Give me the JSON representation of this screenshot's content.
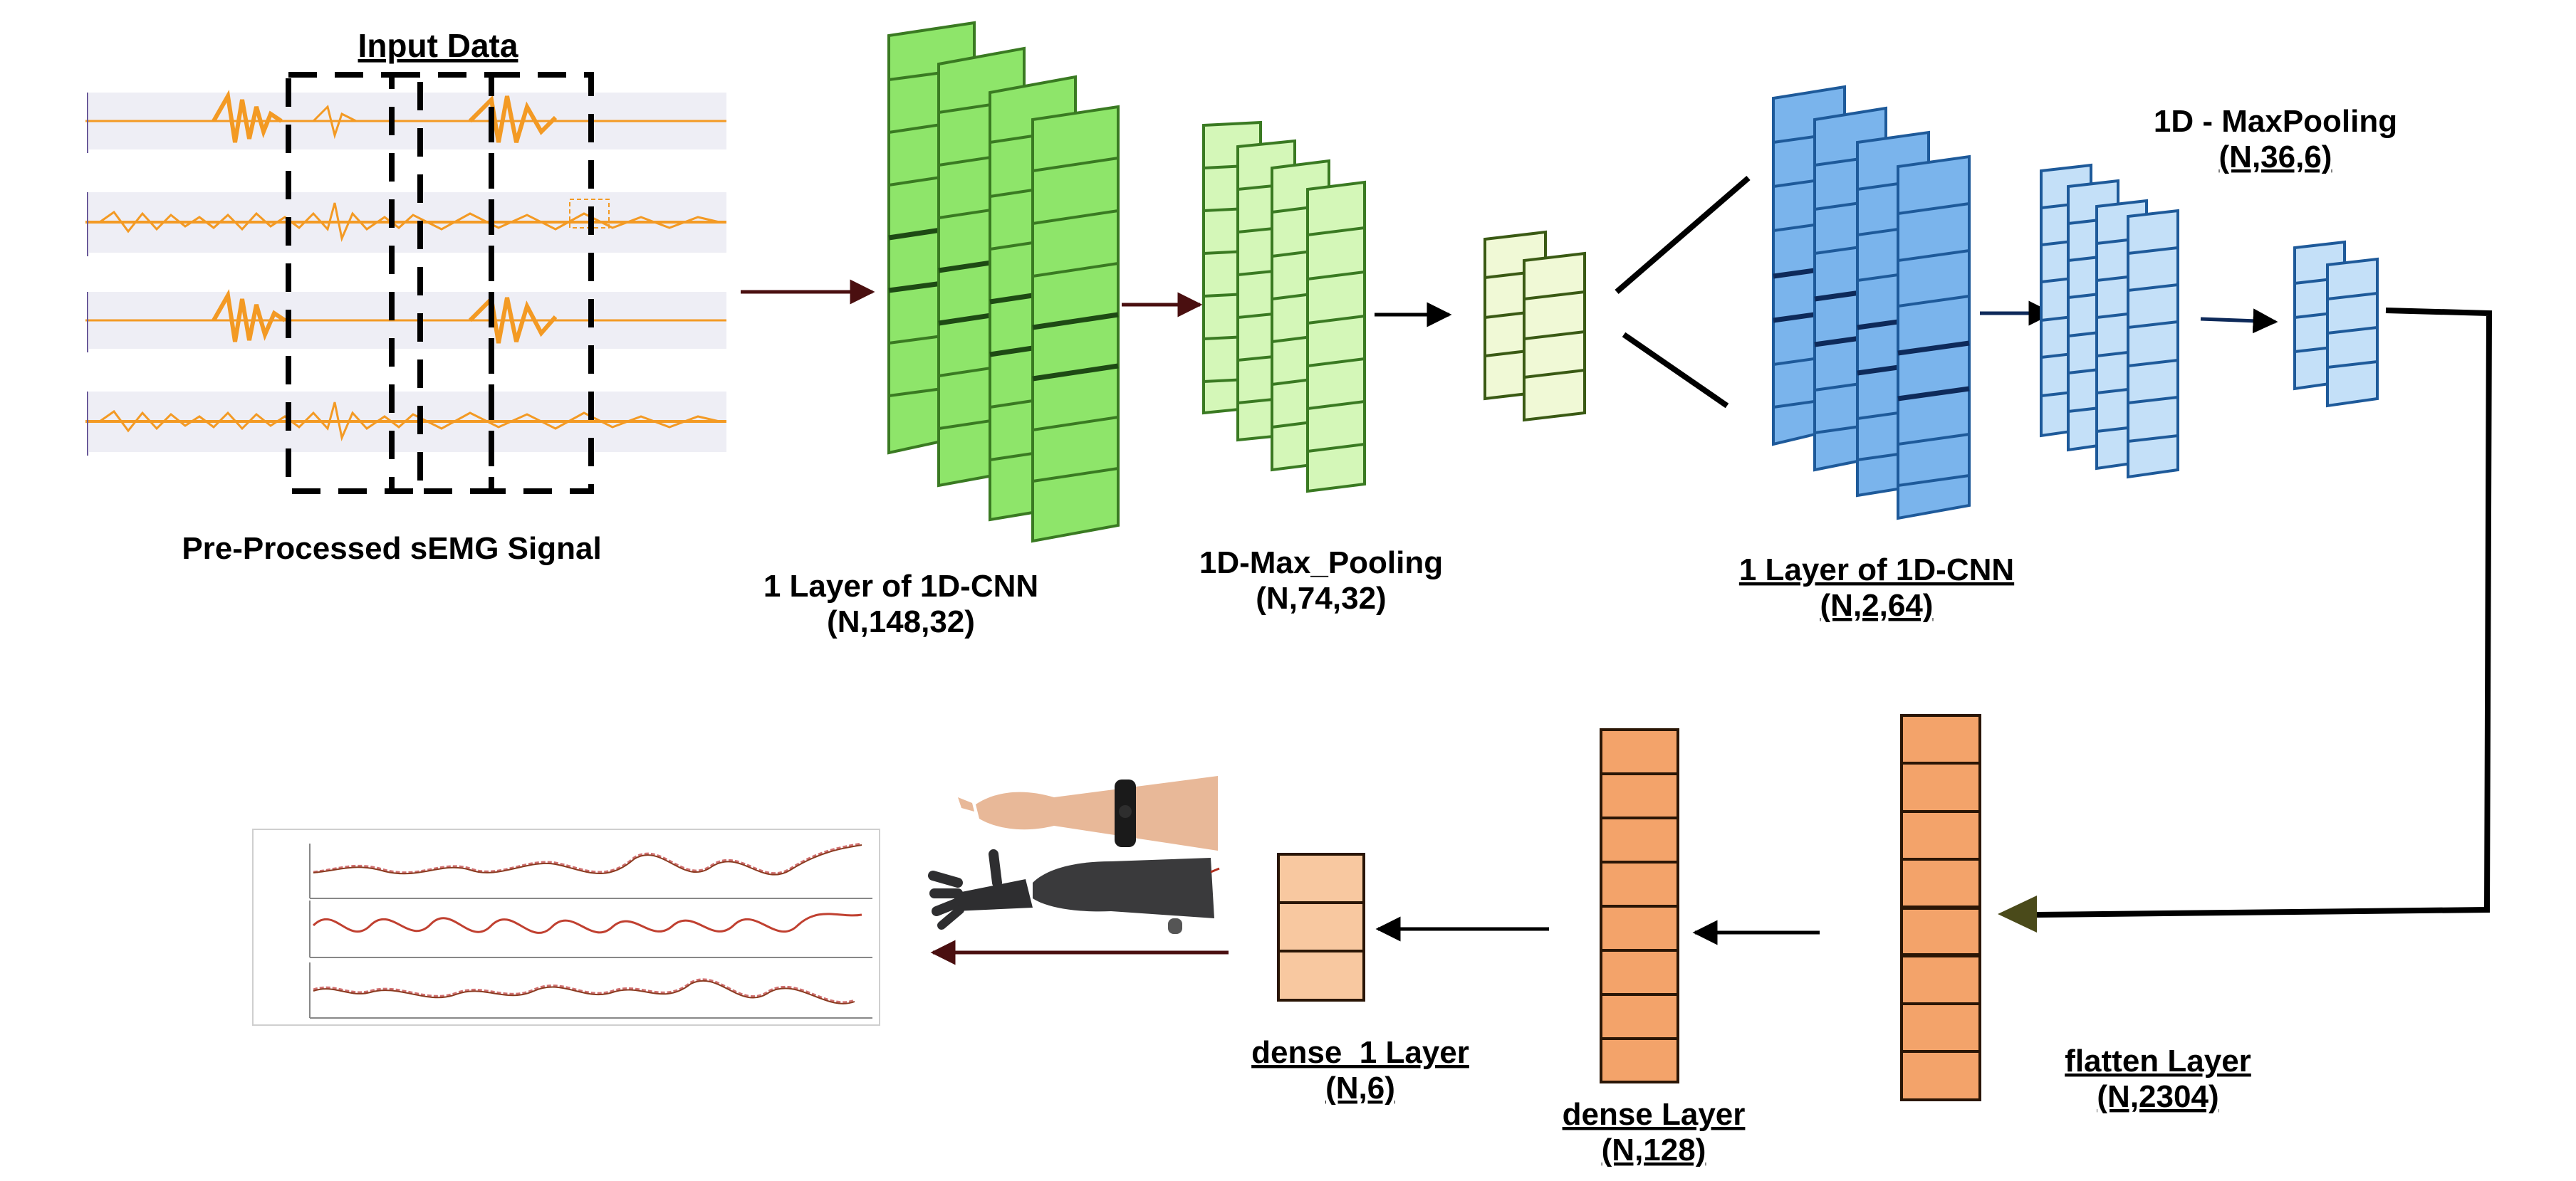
{
  "title": "Input Data",
  "input": {
    "caption": "Pre-Processed sEMG Signal",
    "signal_color": "#f39a24"
  },
  "layers": [
    {
      "name": "1 Layer of 1D-CNN",
      "shape": "(N,148,32)",
      "color": "#8ee56a"
    },
    {
      "name": "1D-Max_Pooling",
      "shape": "(N,74,32)",
      "color": "#c8f5a8"
    },
    {
      "name": "1 Layer of 1D-CNN",
      "shape": "(N,2,64)",
      "color": "#7ab4ec"
    },
    {
      "name": "1D - MaxPooling",
      "shape": "(N,36,6)",
      "color": "#bcdcf7"
    },
    {
      "name": "flatten Layer",
      "shape": "(N,2304)",
      "color": "#f3a36a"
    },
    {
      "name": "dense Layer",
      "shape": "(N,128)",
      "color": "#f3a36a"
    },
    {
      "name": "dense_1 Layer",
      "shape": "(N,6)",
      "color": "#f7c49a"
    }
  ],
  "colors": {
    "conv": "#8ee56a",
    "conv_light": "#d4f7b8",
    "blue": "#7ab4ec",
    "blue_light": "#c4e0f8",
    "orange": "#f3a36a",
    "orange_light": "#f8c8a0",
    "arrow": "#000000",
    "arrow_dark_red": "#4a0f10"
  }
}
